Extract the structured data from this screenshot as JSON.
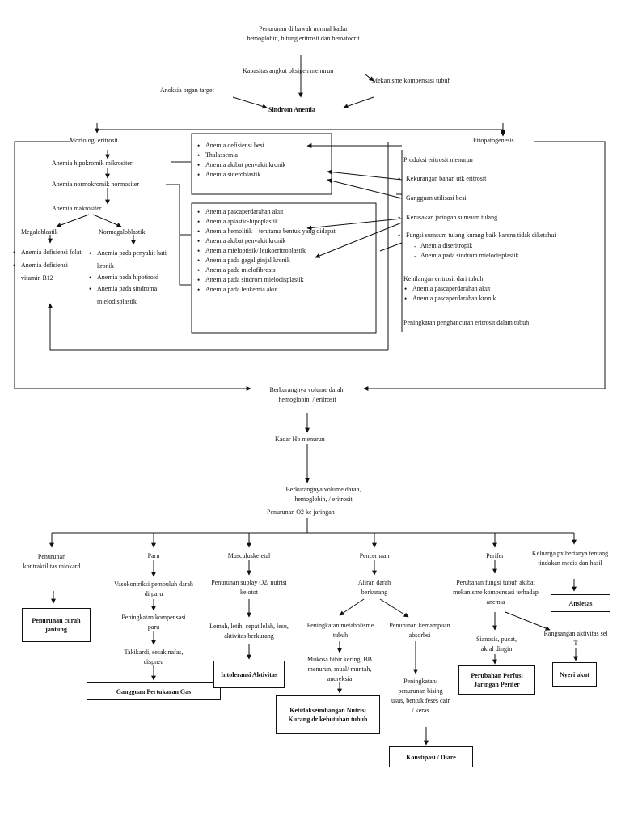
{
  "top": {
    "start": "Penurunan di bawah normal kadar hemoglobin, hitung eritrosit dan hematocrit",
    "oxygen": "Kapasitas angkut oksigen menurun",
    "anoxia": "Anoksia organ target",
    "compensation": "Mekanisme kompensasi tubuh",
    "syndrome": "Sindrom Anemia"
  },
  "left": {
    "morphology": "Morfologi eritrosit",
    "hypochromic": "Anemia hipokromik mikrositer",
    "normochromic": "Anemia normokromik normositer",
    "macrocytic": "Anemia makrositer",
    "megaloblastic": "Megaloblastik",
    "normegaloblastic": "Normegaloblastik",
    "mega_items": [
      "Anemia defisiensi folat",
      "Anemia defisiensi vitamin B12"
    ],
    "normo_items": [
      "Anemia pada penyakit hati kronik",
      "Anemia pada hipotiroid",
      "Anemia pada sindroma mielodisplastik"
    ]
  },
  "center": {
    "box1": [
      "Anemia defisiensi besi",
      "Thalassemia",
      "Anemia akibat penyakit kronik",
      "Anemia sideroblastik"
    ],
    "box2": [
      "Anemia pascaperdarahan akut",
      "Anemia aplastic-hipoplastik",
      "Anemia hemolitik – terutama bentuk yang didapat",
      "Anemia akibat penyakit kronik",
      "Anemia mieloptisik/ leukoeritroblastik",
      "Anemia pada gagal ginjal kronik",
      "Anemia pada mielofibrosis",
      "Anemia pada sindrom mielodisplastik",
      "Anemia pada leukemia akut"
    ]
  },
  "right": {
    "etiology": "Etiopatogenesis",
    "production": "Produksi eritrosit menurun",
    "production_items": [
      "Kekurangan bahan utk eritrosit",
      "Gangguan utilisasi besi",
      "Kerusakan jaringan sumsum tulang",
      "Fungsi sumsum tulang kurang baik karena tidak diketahui"
    ],
    "unknown_items": [
      "Anemia diseritropik",
      "Anemia pada sindrom mielodisplastik"
    ],
    "loss": "Kehilangan eritrosit dari tubuh",
    "loss_items": [
      "Anemia pascaperdarahan akut",
      "Anemia pascaperdarahan kronik"
    ],
    "destruction": "Peningkatan penghancuran eritrosit dalam tubuh"
  },
  "middle": {
    "volume1": "Berkurangnya volume darah, hemoglobin, / eritrosit",
    "hb": "Kadar Hb menurun",
    "volume2": "Berkurangnya volume darah, hemoglobin, / eritrosit",
    "o2": "Penurunan O2 ke jaringan"
  },
  "branches": {
    "cardiac": {
      "title": "Penurunan kontraktilitas miokard",
      "dx": "Penurunan curah jantung"
    },
    "lung": {
      "title": "Paru",
      "step1": "Vasokontriksi pembuluh darah di paru",
      "step2": "Peningkatan kompensasi paru",
      "step3": "Takikardi, sesak nafas, dispnea",
      "dx": "Gangguan Pertukaran Gas"
    },
    "musculo": {
      "title": "Musculuskeletal",
      "step1": "Penurunan suplay O2/ nutrisi ke otot",
      "step2": "Lemah, letih, cepat lelah, lesu, aktivitas berkurang",
      "dx": "Intoleransi Aktivitas"
    },
    "digestion": {
      "title": "Pencernaan",
      "step1": "Aliran darah berkurang",
      "left1": "Peningkatan metabolisme tubuh",
      "left2": "Mukosa bibir kering, BB menurun, mual/ muntah, anoreksia",
      "left_dx": "Ketidakseimbangan Nutrisi Kurang dr kebutuhan tubuh",
      "right1": "Penurunan kemampuan absorbsi",
      "right2": "Peningkatan/ penurunan bising usus, bentuk feses cair / keras",
      "right_dx": "Konstipasi / Diare"
    },
    "perifer": {
      "title": "Perifer",
      "step1": "Perubahan fungsi tubuh akibat mekanisme kompensasi terhadap anemia",
      "left1": "Sianosis, pucat, akral dingin",
      "left_dx": "Perubahan Perfusi Jaringan Perifer",
      "right1": "Rangsangan aktivitas sel T",
      "right_dx": "Nyeri akut"
    },
    "family": {
      "title": "Keluarga px bertanya tentang tindakan medis dan hasil",
      "dx": "Ansietas"
    }
  }
}
